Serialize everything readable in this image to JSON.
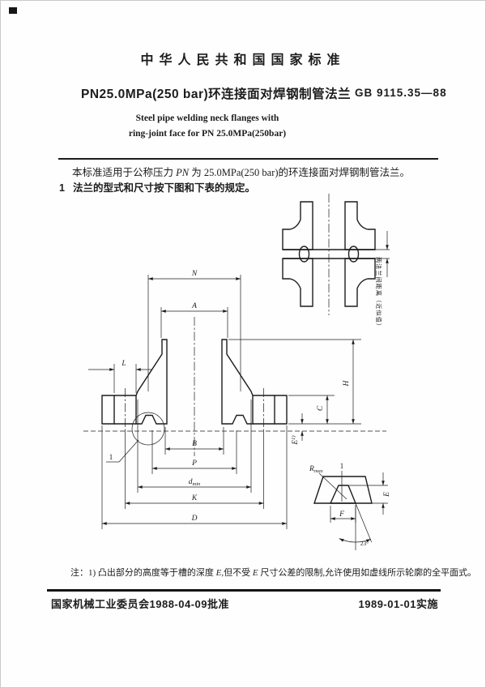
{
  "header": {
    "national_standard": "中华人民共和国国家标准",
    "title_cn": "PN25.0MPa(250 bar)环连接面对焊钢制管法兰",
    "standard_code": "GB 9115.35—88",
    "title_en_line1": "Steel pipe welding neck flanges with",
    "title_en_line2": "ring-joint face for PN 25.0MPa(250bar)"
  },
  "body": {
    "scope_pre": "本标准适用于公称压力 ",
    "scope_var": "PN",
    "scope_post": " 为 25.0MPa(250 bar)的环连接面对焊钢制管法兰。",
    "clause1_num": "1",
    "clause1_text": "法兰的型式和尺寸按下图和下表的规定。"
  },
  "note": {
    "pre": "注：1) 凸出部分的高度等于槽的深度 ",
    "var1": "E",
    "mid": ",但不受 ",
    "var2": "E",
    "post": " 尺寸公差的限制,允许使用如虚线所示轮廓的全平面式。"
  },
  "footer": {
    "approval": "国家机械工业委员会1988-04-09批准",
    "implementation": "1989-01-01实施"
  },
  "drawing": {
    "assembly_gap_label": "两法兰间距离（近似值）",
    "dim_N": "N",
    "dim_A": "A",
    "dim_L": "L",
    "dim_B": "B",
    "dim_P": "P",
    "dim_d": "d",
    "dim_d_sub": "min",
    "dim_K": "K",
    "dim_D": "D",
    "dim_H": "H",
    "dim_C": "C",
    "dim_E": "E",
    "dim_E_sup": "1)",
    "detail_ref": "1",
    "detail_mark": "1",
    "detail_R": "R",
    "detail_R_sub": "max",
    "detail_E": "E",
    "detail_F": "F",
    "detail_angle": "23°"
  },
  "colors": {
    "ink": "#1c1c1c",
    "paper": "#ffffff"
  }
}
